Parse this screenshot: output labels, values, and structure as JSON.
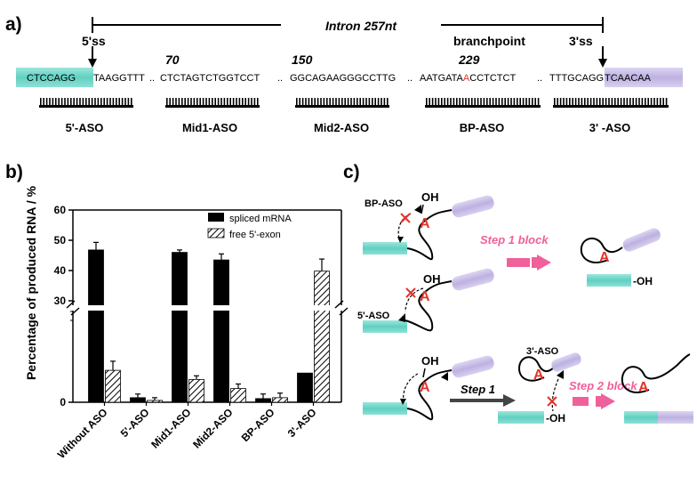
{
  "panels": {
    "a": {
      "label": "a)",
      "intron_label": "Intron 257nt",
      "branchpoint_label": "branchpoint",
      "ss5_label": "5'ss",
      "ss3_label": "3'ss",
      "positions": [
        "70",
        "150",
        "229"
      ],
      "seq": {
        "exon5": "CTCCAGG",
        "s1": "TAAGGTTT",
        "s2": "CTCTAGTCTGGTCCT",
        "s3": "GGCAGAAGGGCCTTG",
        "s4a": "AATGATA",
        "s4A": "A",
        "s4b": "CCTCTCT",
        "s5": "TTTGCAGG",
        "exon3": "TCAACAA",
        "dots": ".."
      },
      "aso_labels": [
        "5'-ASO",
        "Mid1-ASO",
        "Mid2-ASO",
        "BP-ASO",
        "3' -ASO"
      ]
    },
    "b": {
      "label": "b)",
      "legend": [
        "spliced mRNA",
        "free 5'-exon"
      ]
    },
    "c": {
      "label": "c)",
      "bp_aso": "BP-ASO",
      "aso5": "5'-ASO",
      "aso3": "3'-ASO",
      "oh": "OH",
      "oh_dash": "-OH",
      "A": "A",
      "step1_block": "Step 1 block",
      "step1": "Step 1",
      "step2_block": "Step 2 block"
    }
  },
  "chart_data": {
    "type": "bar",
    "title": "",
    "xlabel": "",
    "ylabel": "Percentage of produced RNA / %",
    "categories": [
      "Without ASO",
      "5'-ASO",
      "Mid1-ASO",
      "Mid2-ASO",
      "BP-ASO",
      "3'-ASO"
    ],
    "series": [
      {
        "name": "spliced mRNA",
        "values": [
          46.8,
          0.5,
          46.0,
          43.5,
          0.4,
          3.2
        ],
        "errors": [
          2.5,
          0.4,
          0.8,
          2.0,
          0.5,
          0
        ]
      },
      {
        "name": "free 5'-exon",
        "values": [
          3.5,
          0.2,
          2.5,
          1.5,
          0.5,
          39.8
        ],
        "errors": [
          1.0,
          0.3,
          0.4,
          0.5,
          0.5,
          4.0
        ]
      }
    ],
    "axis_break": [
      8,
      30
    ],
    "yticks": [
      0,
      30,
      40,
      50,
      60
    ],
    "ylim": [
      0,
      60
    ],
    "legend_position": "top-right",
    "colors": {
      "spliced mRNA": "#000000",
      "free 5'-exon": "hatched"
    }
  },
  "colors": {
    "exon5": "#6fd6c8",
    "exon3": "#c7bde6",
    "accent": "#f0609a",
    "red": "#e5332a"
  }
}
